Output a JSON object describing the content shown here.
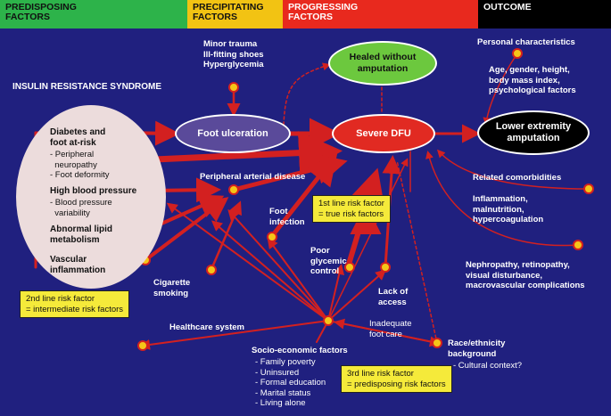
{
  "colors": {
    "background": "#20207f",
    "predisposing": "#2db34a",
    "precipitating": "#f2c313",
    "progressing": "#e8291e",
    "outcome": "#000000",
    "arrow": "#d32020",
    "dot": "#f5c518",
    "note_box": "#f5ea3a"
  },
  "header": {
    "predisposing": "PREDISPOSING\nFACTORS",
    "precipitating": "PRECIPITATING\nFACTORS",
    "progressing": "PROGRESSING\nFACTORS",
    "outcome": "OUTCOME"
  },
  "syndrome_title": "INSULIN RESISTANCE SYNDROME",
  "predisposing": {
    "diabetes": "Diabetes and\nfoot at-risk",
    "diabetes_subs": [
      "- Peripheral\n  neuropathy",
      "- Foot deformity"
    ],
    "hbp": "High blood pressure",
    "hbp_subs": [
      "- Blood pressure\n  variability"
    ],
    "lipid": "Abnormal lipid\nmetabolism",
    "vascular": "Vascular\ninflammation"
  },
  "precipitating": {
    "items": "Minor trauma\nIll-fitting shoes\nHyperglycemia"
  },
  "nodes": {
    "foot_ulceration": "Foot ulceration",
    "healed": "Healed without\namputation",
    "severe_dfu": "Severe DFU",
    "amputation": "Lower extremity\namputation"
  },
  "outcome_side": {
    "personal_title": "Personal characteristics",
    "personal_detail": "Age, gender, height,\nbody mass index,\npsychological factors",
    "comorb_title": "Related comorbidities",
    "comorb_detail1": "Inflammation,\nmalnutrition,\nhypercoagulation",
    "comorb_detail2": "Nephropathy, retinopathy,\nvisual disturbance,\nmacrovascular complications"
  },
  "progressing": {
    "pad": "Peripheral arterial disease",
    "foot_infection": "Foot\ninfection",
    "glycemic": "Poor\nglycemic\ncontrol",
    "access": "Lack of\naccess",
    "foot_care": "Inadequate\nfoot care",
    "smoking": "Cigarette\nsmoking",
    "healthcare": "Healthcare system",
    "socio_title": "Socio-economic factors",
    "socio_items": [
      "- Family poverty",
      "- Uninsured",
      "- Formal education",
      "- Marital status",
      "- Living alone"
    ],
    "race_title": "Race/ethnicity\nbackground",
    "race_items": [
      "- Cultural context?"
    ]
  },
  "notes": {
    "first": "1st line risk factor\n= true risk factors",
    "second": "2nd line risk factor\n= intermediate risk factors",
    "third": "3rd line risk factor\n= predisposing risk factors"
  }
}
